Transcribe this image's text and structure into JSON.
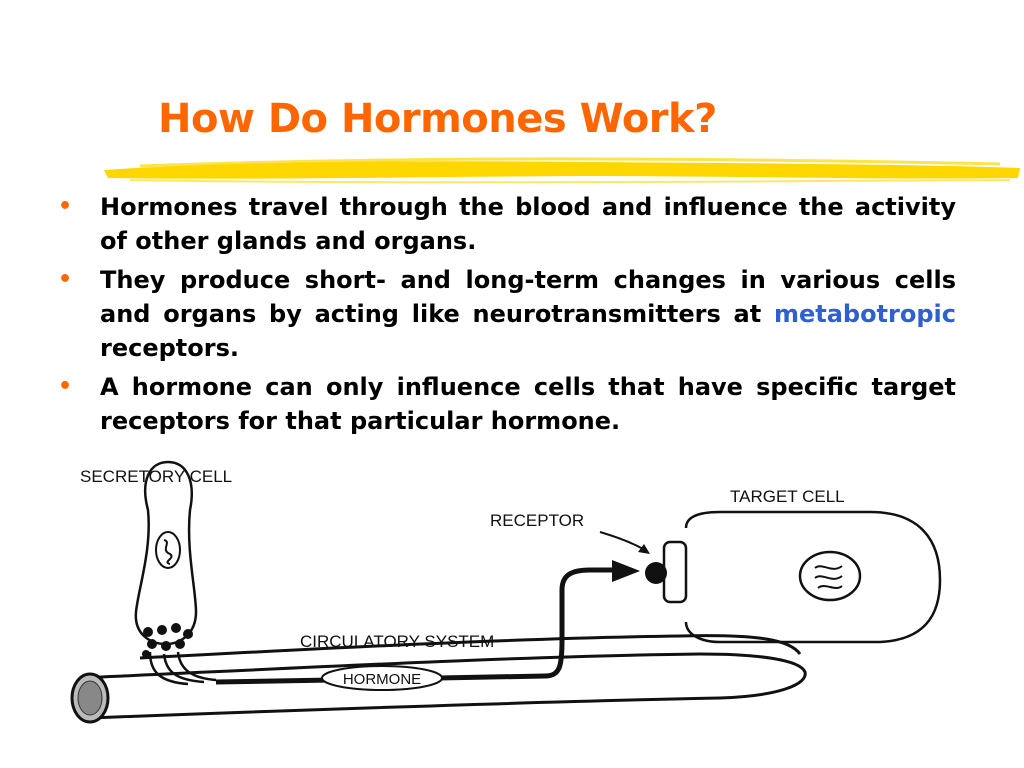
{
  "slide": {
    "title": "How Do Hormones Work?",
    "accent_color": "#ff6600",
    "stroke_color": "#ffd700",
    "highlight_color": "#2f5fd0",
    "bullets": [
      {
        "text": "Hormones travel through the blood and influence the activity of other glands and organs."
      },
      {
        "pre": "They produce short- and long-term changes in various cells and organs by acting like neurotransmitters at",
        "highlight": "metabotropic",
        "post": "receptors."
      },
      {
        "text": "A hormone can only influence cells that have specific target receptors for that particular hormone."
      }
    ]
  },
  "diagram": {
    "labels": {
      "secretory_cell": "SECRETORY CELL",
      "target_cell": "TARGET CELL",
      "receptor": "RECEPTOR",
      "circulatory_system": "CIRCULATORY SYSTEM",
      "hormone": "HORMONE"
    }
  }
}
